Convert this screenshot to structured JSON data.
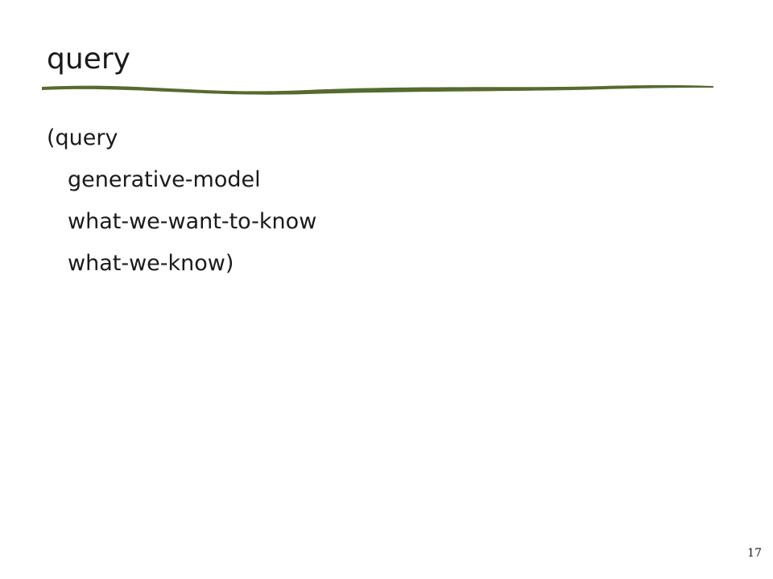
{
  "slide": {
    "title": "query",
    "accent_color": "#556b2f",
    "lines": [
      "(query",
      "generative-model",
      "what-we-want-to-know",
      "what-we-know)"
    ],
    "page_number": "17"
  }
}
